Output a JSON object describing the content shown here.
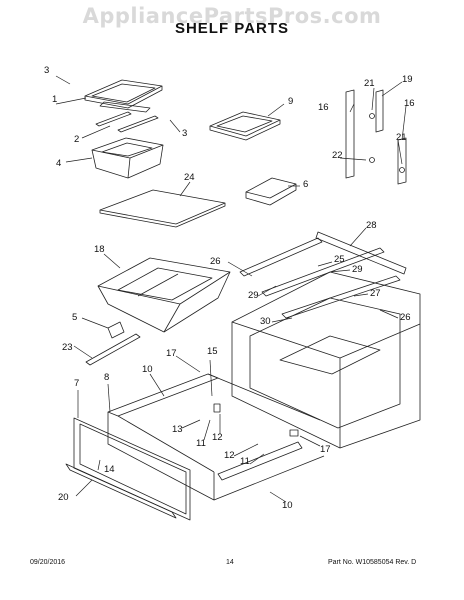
{
  "watermark": "AppliancePartsPros.com",
  "title": "SHELF PARTS",
  "footer": {
    "date": "09/20/2016",
    "page": "14",
    "part_no": "Part No. W10585054 Rev. D"
  },
  "callouts": [
    "1",
    "2",
    "3",
    "3",
    "4",
    "24",
    "9",
    "6",
    "19",
    "21",
    "16",
    "16",
    "21",
    "22",
    "28",
    "26",
    "25",
    "29",
    "29",
    "27",
    "26",
    "30",
    "18",
    "5",
    "23",
    "17",
    "15",
    "7",
    "8",
    "10",
    "13",
    "11",
    "12",
    "12",
    "11",
    "17",
    "14",
    "20",
    "10"
  ],
  "colors": {
    "line": "#222222",
    "watermark": "#d9d9d9"
  }
}
